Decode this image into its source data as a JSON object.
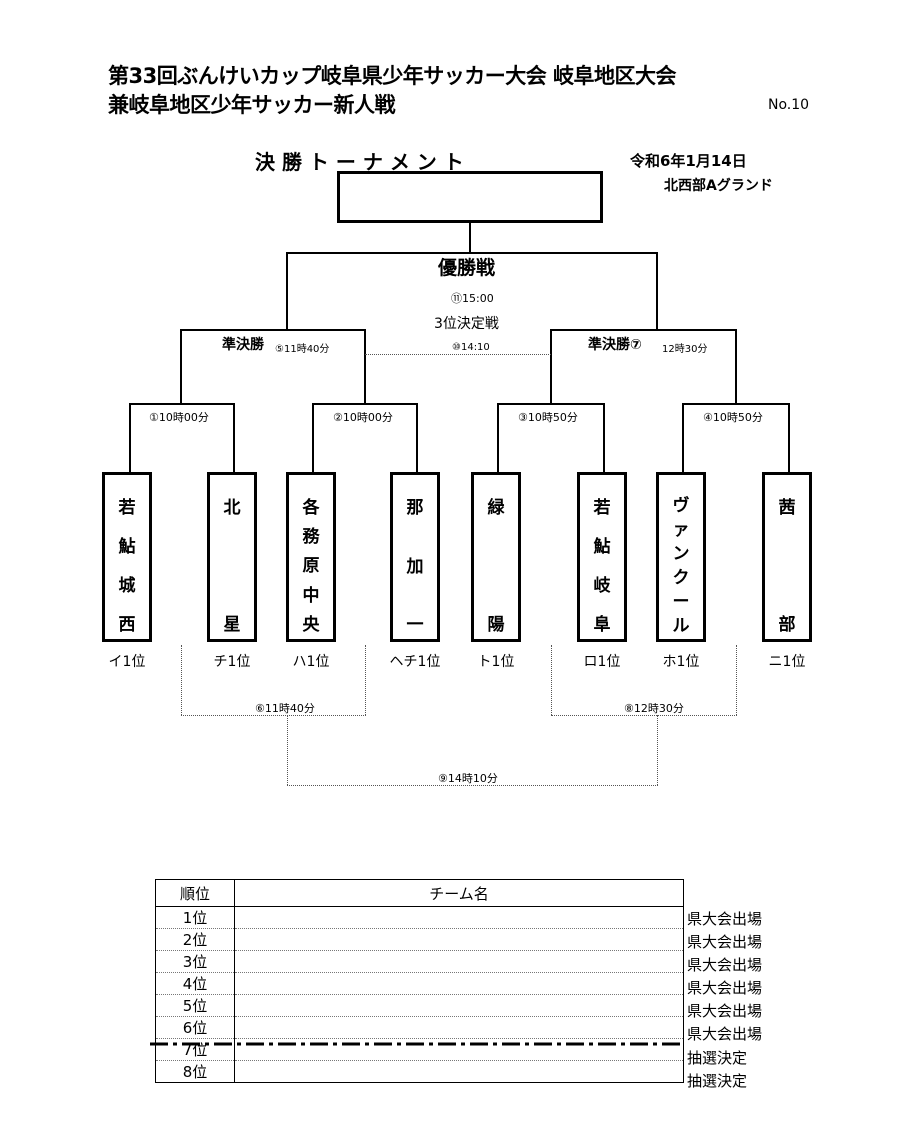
{
  "header": {
    "title_line1": "第33回ぶんけいカップ岐阜県少年サッカー大会 岐阜地区大会",
    "title_line2": "兼岐阜地区少年サッカー新人戦",
    "page_no": "No.10",
    "section_title": "決 勝 ト ー ナ メ ン ト",
    "date": "令和6年1月14日",
    "venue": "北西部Aグランド"
  },
  "bracket": {
    "final_label": "優勝戦",
    "final_time": "⑪15:00",
    "third_label": "3位決定戦",
    "third_time": "⑩14:10",
    "semi_left_label": "準決勝",
    "semi_left_time": "⑤11時40分",
    "semi_right_label": "準決勝⑦",
    "semi_right_time": "12時30分",
    "r1_times": [
      "①10時00分",
      "②10時00分",
      "③10時50分",
      "④10時50分"
    ],
    "consolation_times": [
      "⑥11時40分",
      "⑧12時30分",
      "⑨14時10分"
    ]
  },
  "teams": [
    {
      "name": [
        "若",
        "鮎",
        "城",
        "西"
      ],
      "rank": "イ1位"
    },
    {
      "name": [
        "北",
        "",
        "",
        "星"
      ],
      "rank": "チ1位"
    },
    {
      "name": [
        "各",
        "務",
        "原",
        "中",
        "央"
      ],
      "rank": "ハ1位"
    },
    {
      "name": [
        "那",
        "加",
        "",
        "一"
      ],
      "rank": "ヘチ1位"
    },
    {
      "name": [
        "緑",
        "",
        "",
        "陽"
      ],
      "rank": "ト1位"
    },
    {
      "name": [
        "若",
        "鮎",
        "岐",
        "阜"
      ],
      "rank": "ロ1位"
    },
    {
      "name": [
        "ヴ",
        "ァ",
        "ン",
        "ク",
        "ー",
        "ル"
      ],
      "rank": "ホ1位"
    },
    {
      "name": [
        "茜",
        "",
        "",
        "部"
      ],
      "rank": "ニ1位"
    }
  ],
  "results_table": {
    "header_rank": "順位",
    "header_team": "チーム名",
    "rows": [
      {
        "rank": "1位",
        "note": "県大会出場"
      },
      {
        "rank": "2位",
        "note": "県大会出場"
      },
      {
        "rank": "3位",
        "note": "県大会出場"
      },
      {
        "rank": "4位",
        "note": "県大会出場"
      },
      {
        "rank": "5位",
        "note": "県大会出場"
      },
      {
        "rank": "6位",
        "note": "県大会出場"
      },
      {
        "rank": "7位",
        "note": "抽選決定"
      },
      {
        "rank": "8位",
        "note": "抽選決定"
      }
    ]
  }
}
